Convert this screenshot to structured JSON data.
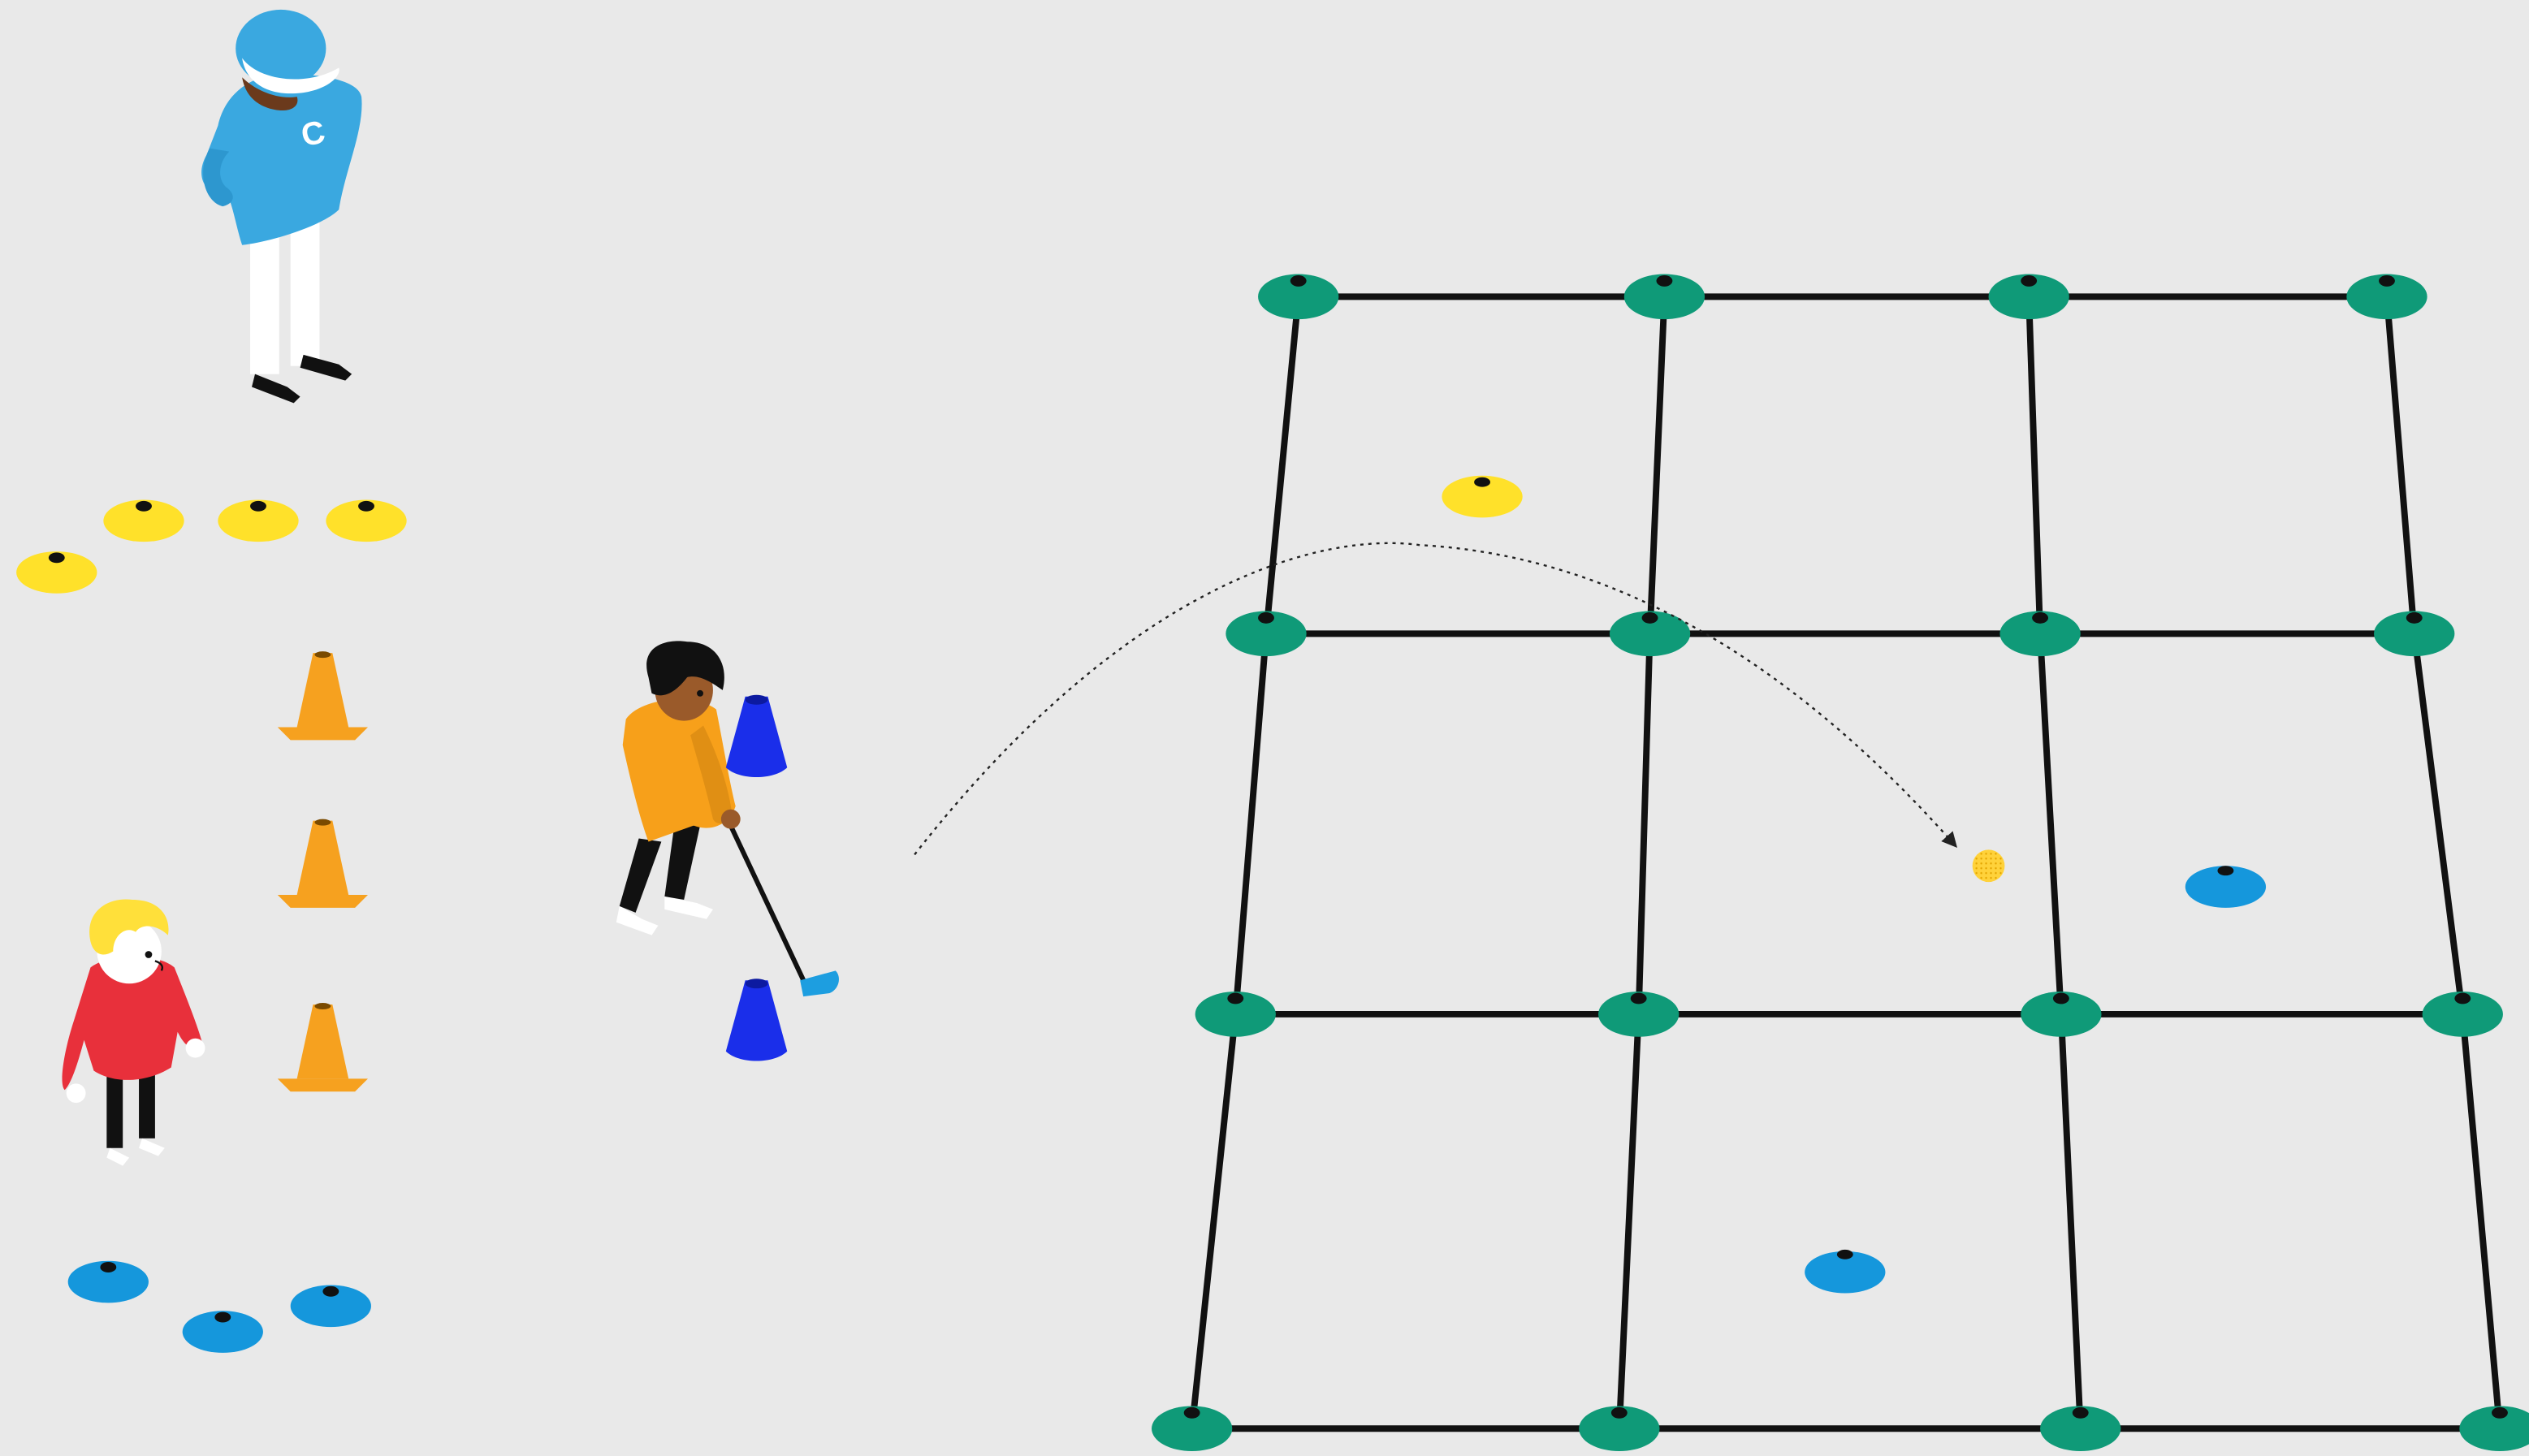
{
  "scene": {
    "coach": {
      "shirt_letter": "C",
      "shirt_color": "#3aa8e0",
      "cap_color": "#3aa8e0"
    },
    "player": {
      "shirt_color": "#f7a01a",
      "club_head_color": "#1d9ee0"
    },
    "waiting_child": {
      "shirt_color": "#e8303b",
      "hair_color": "#ffe03a"
    },
    "colors": {
      "background": "#e9e9e9",
      "grid_cone": "#0f9a78",
      "yellow_marker": "#ffe12a",
      "blue_marker": "#1597dc",
      "orange_cone": "#f6a11f",
      "blue_cone": "#1a2eea",
      "ball": "#ffd23a",
      "net_line": "#111111"
    },
    "grid": {
      "rows": 3,
      "cols": 3
    },
    "markers_in_grid": [
      "yellow-marker",
      "blue-marker",
      "blue-marker"
    ],
    "icons": [
      "coach-figure",
      "player-figure",
      "child-figure",
      "cone-icon",
      "ball-icon"
    ]
  }
}
